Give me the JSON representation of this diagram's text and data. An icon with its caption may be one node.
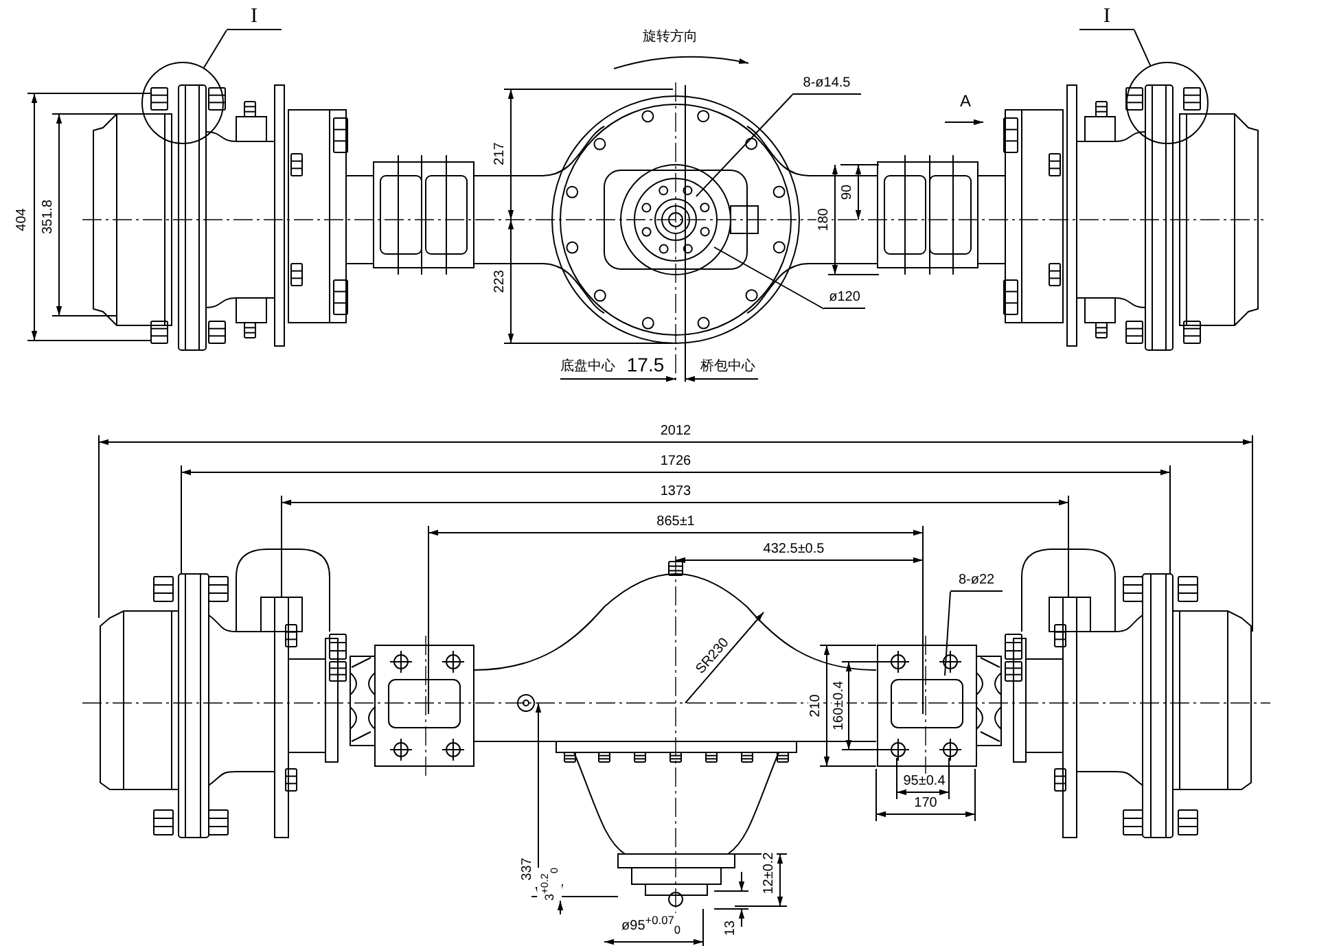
{
  "diagram": {
    "nodes": [
      {
        "text": [
          "I"
        ]
      },
      {
        "text": [],
        "shape": "circle"
      },
      {
        "text": [
          "I"
        ]
      },
      {
        "text": [],
        "shape": "circle"
      },
      {
        "text": [
          "8-ø14.5"
        ]
      },
      {
        "text": [
          "ø120"
        ]
      },
      {
        "text": [
          "8-ø22"
        ]
      }
    ],
    "edges": [
      {
        "from": 0,
        "to": 1,
        "arrow": "none"
      },
      {
        "from": 2,
        "to": 3,
        "arrow": "none"
      },
      {
        "from": 4,
        "to": null,
        "arrow": "none"
      },
      {
        "from": 5,
        "to": null,
        "arrow": "none"
      },
      {
        "from": 6,
        "to": null,
        "arrow": "none"
      }
    ],
    "labels": [
      "旋转方向",
      "A",
      "404",
      "351.8",
      "217",
      "223",
      "90",
      "180",
      "底盘中心",
      "17.5",
      "桥包中心",
      "2012",
      "1726",
      "1373",
      "865±1",
      "432.5±0.5",
      "SR230",
      "210",
      "160±0.4",
      "95±0.4",
      "170",
      "337",
      "3$^{+0.2}$$_{0}$",
      "12±0.2",
      "ø95$^{+0.07}$$_{0}$",
      "13"
    ]
  }
}
